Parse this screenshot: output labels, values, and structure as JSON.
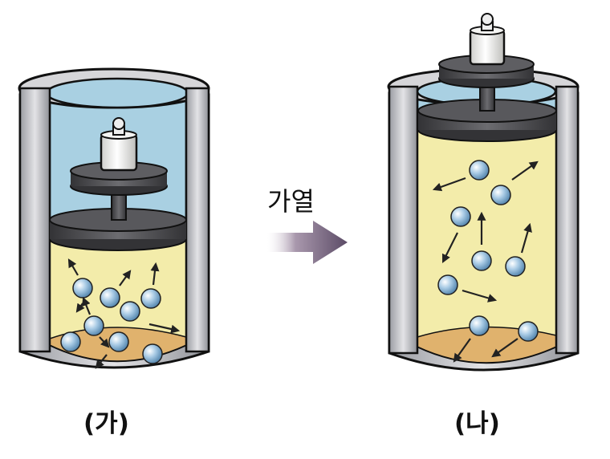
{
  "labels": {
    "process": "가열",
    "before": "(가)",
    "after": "(나)"
  },
  "colors": {
    "wall_outer": "#c9c9cd",
    "wall_inner": "#8c8e94",
    "air_blue": "#a9d0e2",
    "gas_yellow": "#f3ecaa",
    "heater_floor": "#e0b26d",
    "piston": "#4a4a4e",
    "weight": "#f1f1ef",
    "molecule": "#8ab6d6",
    "arrow": "#6a5a74"
  },
  "icons": {
    "process_arrow": "right-arrow-icon",
    "molecule": "gas-molecule-icon"
  }
}
